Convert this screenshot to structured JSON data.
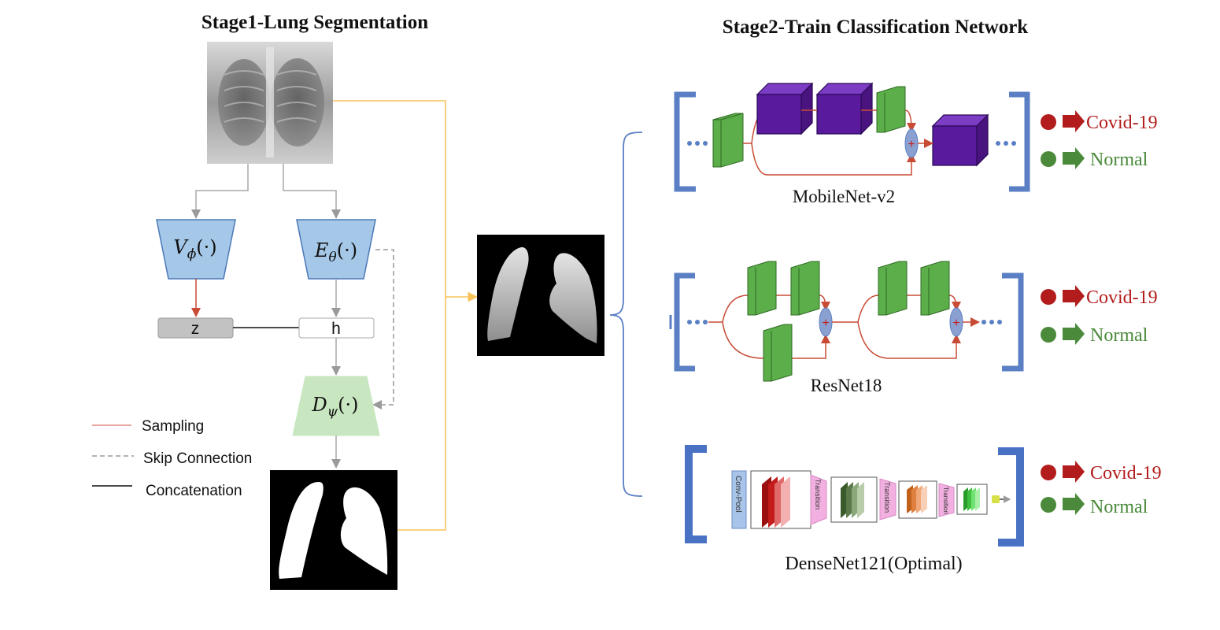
{
  "stage1": {
    "title": "Stage1-Lung Segmentation",
    "vae_encoder": "V",
    "vae_encoder_sub": "ϕ",
    "seg_encoder": "E",
    "seg_encoder_sub": "θ",
    "decoder": "D",
    "decoder_sub": "ψ",
    "arg": "(·)",
    "latent_z": "z",
    "latent_h": "h"
  },
  "legend": {
    "sampling": "Sampling",
    "skip": "Skip Connection",
    "concat": "Concatenation"
  },
  "stage2": {
    "title": "Stage2-Train Classification Network",
    "networks": [
      {
        "name": "MobileNet-v2"
      },
      {
        "name": "ResNet18"
      },
      {
        "name": "DenseNet121(Optimal)"
      }
    ],
    "classes": {
      "covid": "Covid-19",
      "normal": "Normal"
    },
    "densenet_blocks": {
      "conv_pool": "Conv-Pool",
      "transition": "Transition"
    }
  },
  "colors": {
    "yellow_line": "#f7c35a",
    "red_line": "#c84c35",
    "blue_box": "#a6c8e8",
    "green_box": "#c8e6c0",
    "bracket_blue": "#5b7fc4",
    "covid_red": "#b31c1c",
    "normal_green": "#4a8a3a",
    "mobilenet_purple": "#5a1a9e",
    "block_green": "#5cae4a"
  }
}
